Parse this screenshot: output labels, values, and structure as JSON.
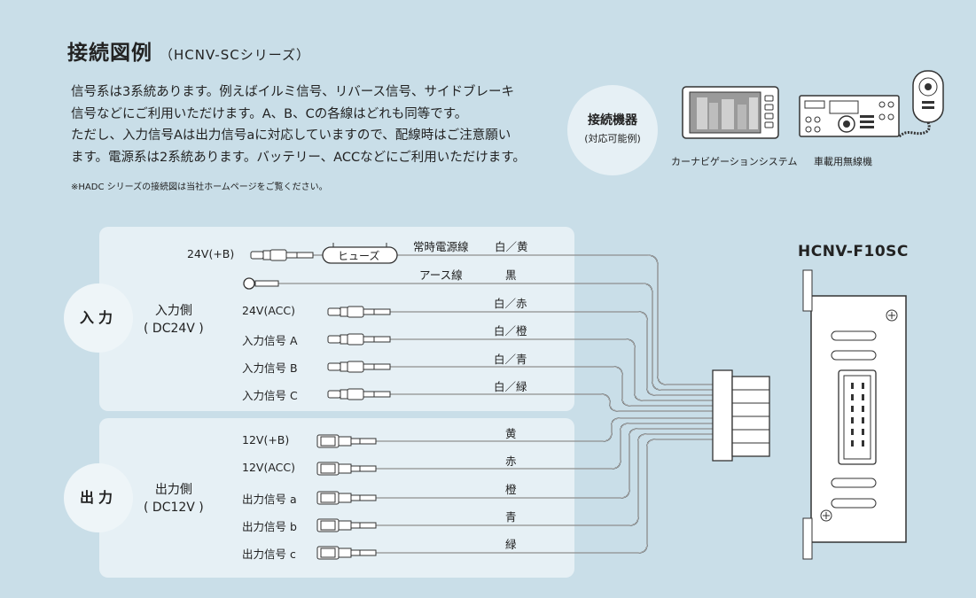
{
  "header": {
    "title": "接続図例",
    "subtitle": "（HCNV-SCシリーズ）"
  },
  "description": {
    "lines": [
      "信号系は3系統あります。例えばイルミ信号、リバース信号、サイドブレーキ",
      "信号などにご利用いただけます。A、B、Cの各線はどれも同等です。",
      "ただし、入力信号Aは出力信号aに対応していますので、配線時はご注意願い",
      "ます。電源系は2系統あります。バッテリー、ACCなどにご利用いただけます。"
    ],
    "note": "※HADC シリーズの接続図は当社ホームページをご覧ください。"
  },
  "devices": {
    "heading": "接続機器",
    "subheading": "(対応可能例)",
    "items": [
      {
        "caption": "カーナビゲーションシステム",
        "icon": "car-navigation-icon"
      },
      {
        "caption": "車載用無線機",
        "icon": "radio-transceiver-icon"
      }
    ]
  },
  "diagram": {
    "model": "HCNV-F10SC",
    "input": {
      "circle_label": "入力",
      "side_label": [
        "入力側",
        "( DC24V )"
      ],
      "power_label": "24V(+B)",
      "fuse_label": "ヒューズ",
      "constant_power_label": "常時電源線",
      "constant_power_color": "白／黄",
      "ground_label": "アース線",
      "ground_color": "黒",
      "wires": [
        {
          "label": "24V(ACC)",
          "color": "白／赤"
        },
        {
          "label": "入力信号 A",
          "color": "白／橙"
        },
        {
          "label": "入力信号 B",
          "color": "白／青"
        },
        {
          "label": "入力信号 C",
          "color": "白／緑"
        }
      ]
    },
    "output": {
      "circle_label": "出力",
      "side_label": [
        "出力側",
        "( DC12V )"
      ],
      "wires": [
        {
          "label": "12V(+B)",
          "color": "黄"
        },
        {
          "label": "12V(ACC)",
          "color": "赤"
        },
        {
          "label": "出力信号 a",
          "color": "橙"
        },
        {
          "label": "出力信号 b",
          "color": "青"
        },
        {
          "label": "出力信号 c",
          "color": "緑"
        }
      ]
    }
  }
}
